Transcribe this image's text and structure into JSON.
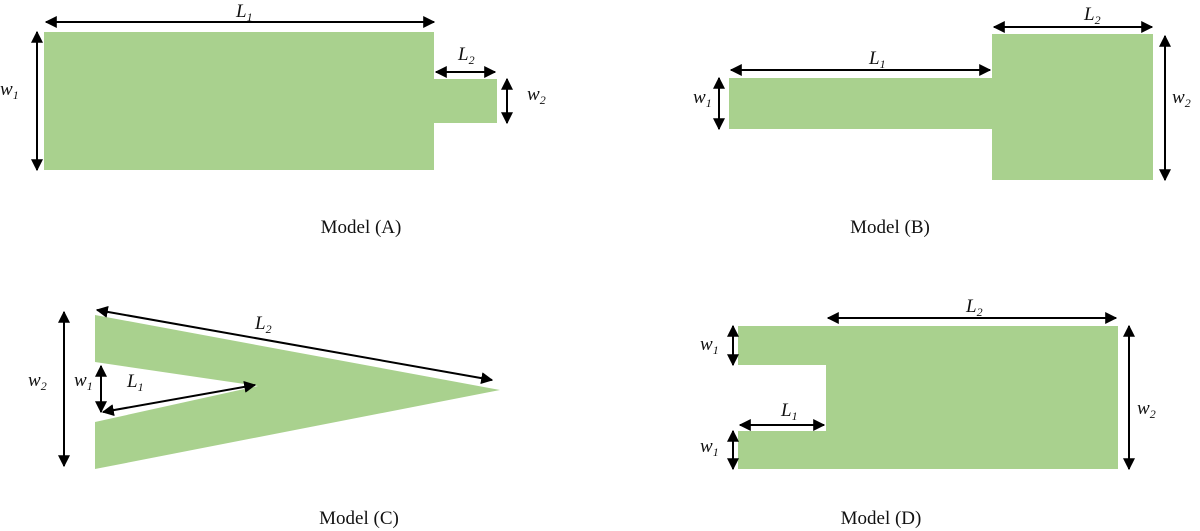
{
  "colors": {
    "shape_fill": "#a9d18e",
    "line": "#000000"
  },
  "models": [
    {
      "caption": "Model (A)",
      "labels": {
        "L1": {
          "base": "L",
          "sub": "1"
        },
        "L2": {
          "base": "L",
          "sub": "2"
        },
        "W1": {
          "base": "w",
          "sub": "1"
        },
        "W2": {
          "base": "w",
          "sub": "2"
        }
      }
    },
    {
      "caption": "Model (B)",
      "labels": {
        "L1": {
          "base": "L",
          "sub": "1"
        },
        "L2": {
          "base": "L",
          "sub": "2"
        },
        "W1": {
          "base": "w",
          "sub": "1"
        },
        "W2": {
          "base": "w",
          "sub": "2"
        }
      }
    },
    {
      "caption": "Model (C)",
      "labels": {
        "L1": {
          "base": "L",
          "sub": "1"
        },
        "L2": {
          "base": "L",
          "sub": "2"
        },
        "W1": {
          "base": "w",
          "sub": "1"
        },
        "W2": {
          "base": "w",
          "sub": "2"
        }
      }
    },
    {
      "caption": "Model (D)",
      "labels": {
        "L1": {
          "base": "L",
          "sub": "1"
        },
        "L2": {
          "base": "L",
          "sub": "2"
        },
        "W1": {
          "base": "w",
          "sub": "1"
        },
        "W2": {
          "base": "w",
          "sub": "2"
        }
      }
    }
  ]
}
